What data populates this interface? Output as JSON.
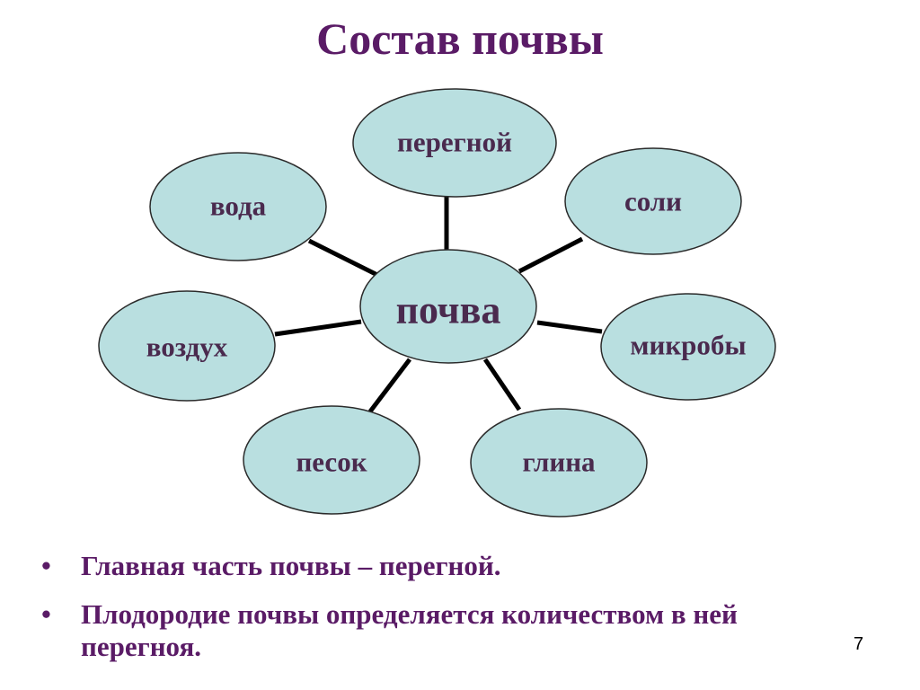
{
  "title": "Состав почвы",
  "diagram": {
    "center": "почва",
    "nodes": [
      "перегной",
      "соли",
      "микробы",
      "глина",
      "песок",
      "воздух",
      "вода"
    ],
    "colors": {
      "fill": "#b9dfe0",
      "stroke": "#2b2b2b",
      "edge": "#000000",
      "text": "#4a2a4e"
    }
  },
  "bullets": [
    "Главная часть почвы – перегной.",
    "Плодородие почвы определяется количеством в ней перегноя."
  ],
  "page_number": "7"
}
